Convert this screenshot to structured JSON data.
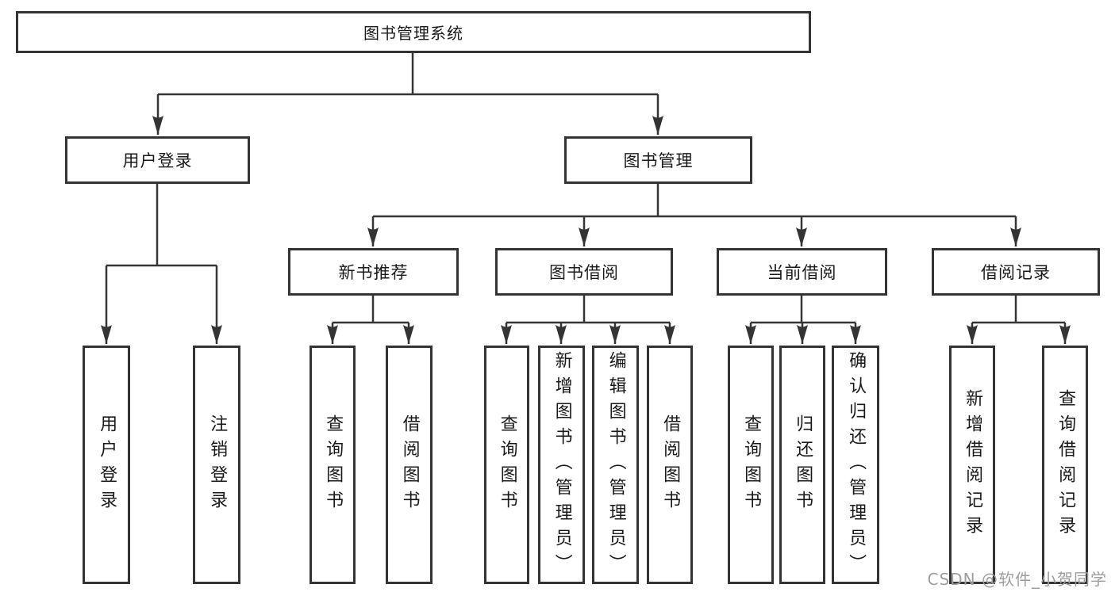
{
  "diagram": {
    "root": {
      "label": "图书管理系统"
    },
    "branches": [
      {
        "label": "用户登录",
        "children": [
          {
            "label": "用户登录"
          },
          {
            "label": "注销登录"
          }
        ]
      },
      {
        "label": "图书管理",
        "children": [
          {
            "label": "新书推荐",
            "children": [
              {
                "label": "查询图书"
              },
              {
                "label": "借阅图书"
              }
            ]
          },
          {
            "label": "图书借阅",
            "children": [
              {
                "label": "查询图书"
              },
              {
                "label": "新增图书（管理员）"
              },
              {
                "label": "编辑图书（管理员）"
              },
              {
                "label": "借阅图书"
              }
            ]
          },
          {
            "label": "当前借阅",
            "children": [
              {
                "label": "查询图书"
              },
              {
                "label": "归还图书"
              },
              {
                "label": "确认归还（管理员）"
              }
            ]
          },
          {
            "label": "借阅记录",
            "children": [
              {
                "label": "新增借阅记录"
              },
              {
                "label": "查询借阅记录"
              }
            ]
          }
        ]
      }
    ],
    "watermark": "CSDN @软件_小贺同学",
    "colors": {
      "line": "#343434",
      "text": "#1a1a1a",
      "watermark": "#9e9e9e",
      "background": "#ffffff"
    }
  }
}
